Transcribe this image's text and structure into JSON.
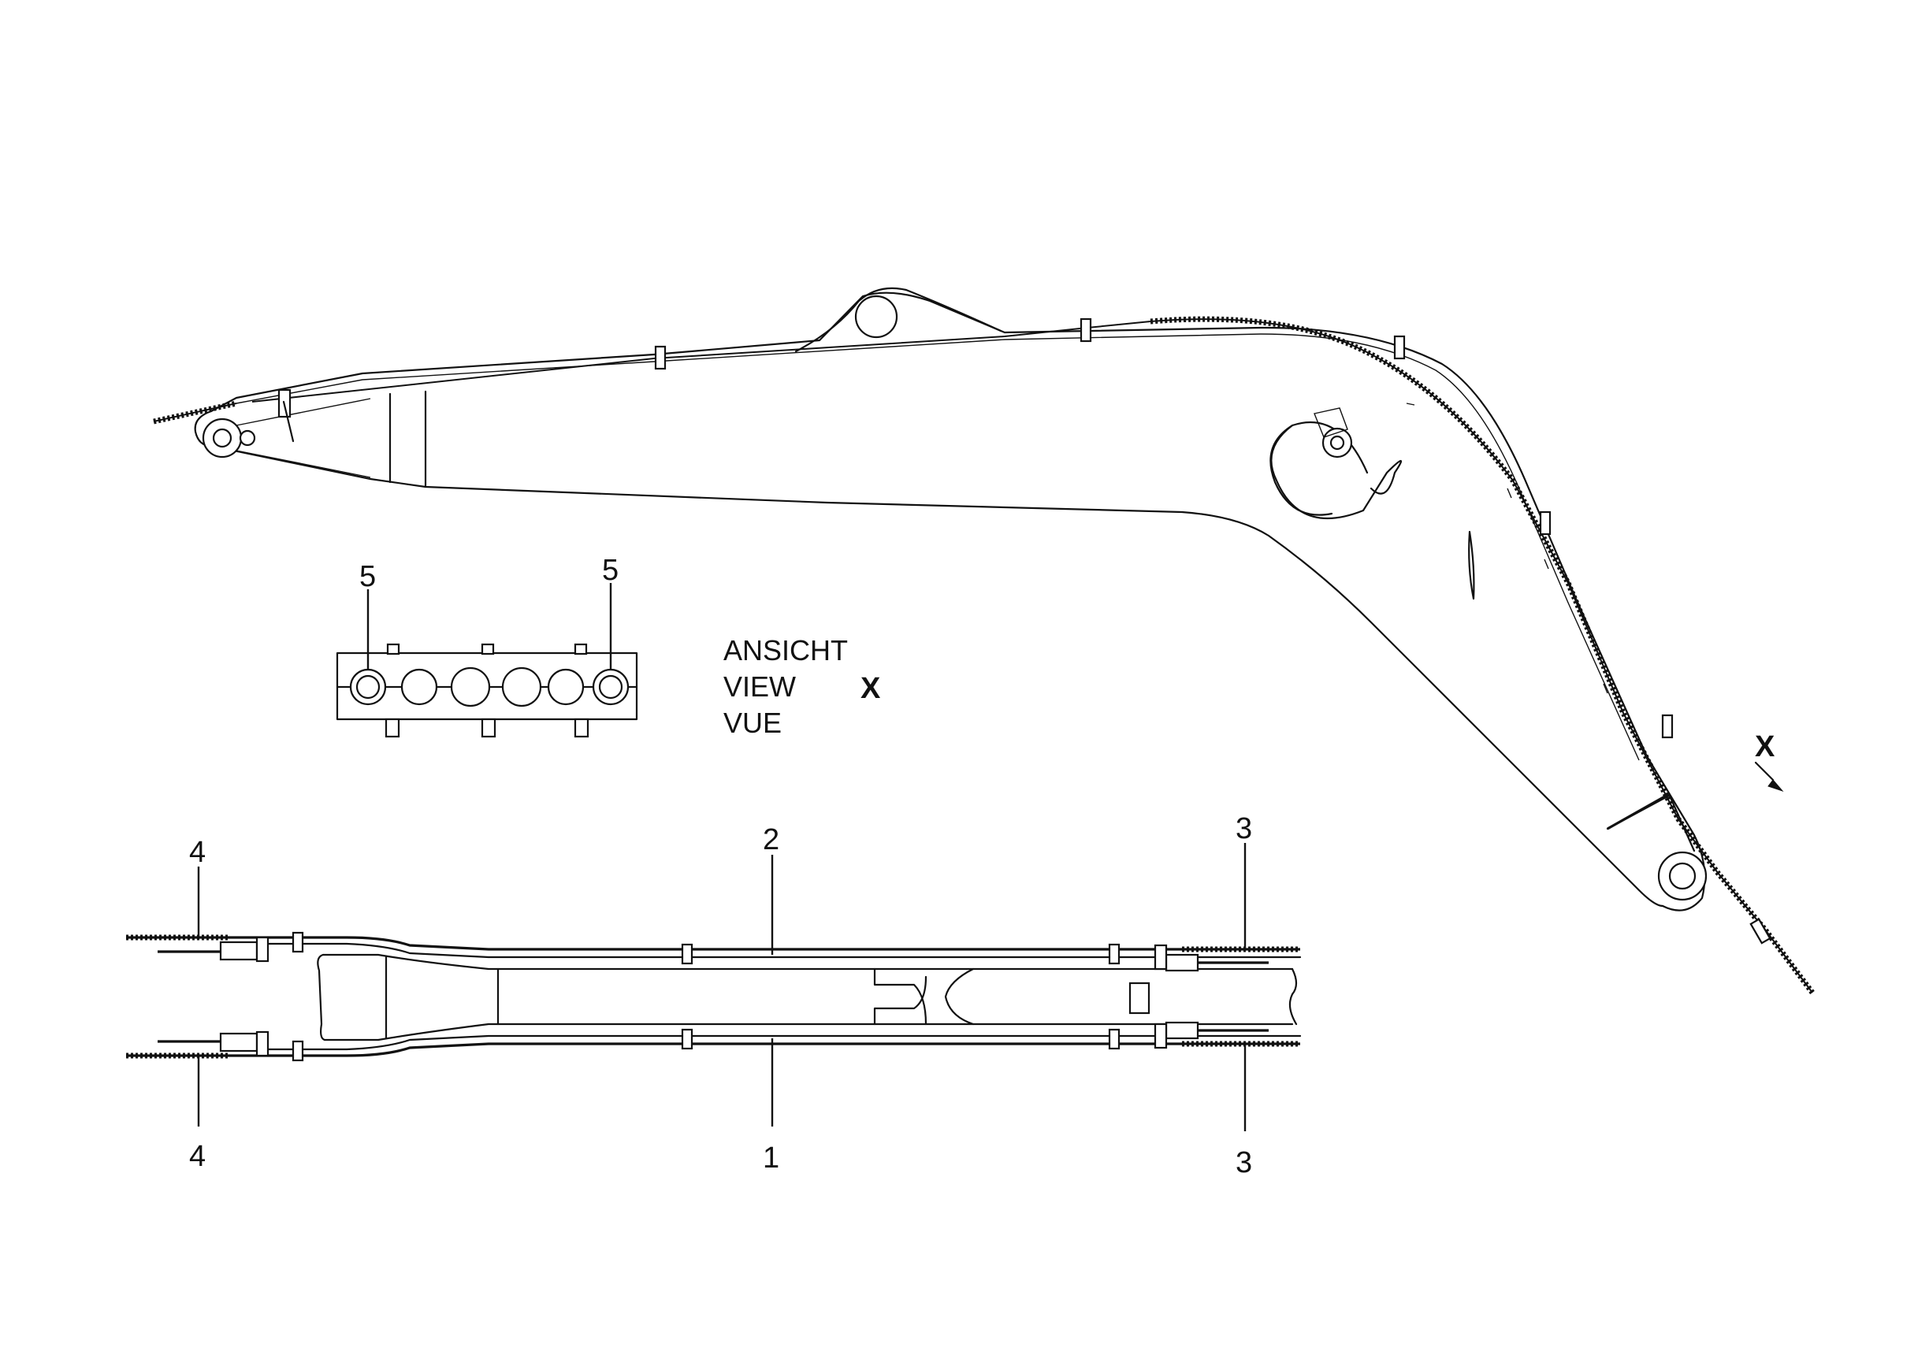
{
  "callouts": {
    "item_1": "1",
    "item_2": "2",
    "item_3_top": "3",
    "item_3_bottom": "3",
    "item_4_top": "4",
    "item_4_bottom": "4",
    "item_5_left": "5",
    "item_5_right": "5"
  },
  "view_label": {
    "line_de": "ANSICHT",
    "line_en": "VIEW",
    "line_fr": "VUE",
    "view_letter": "X"
  },
  "direction_marker": {
    "letter": "X"
  }
}
